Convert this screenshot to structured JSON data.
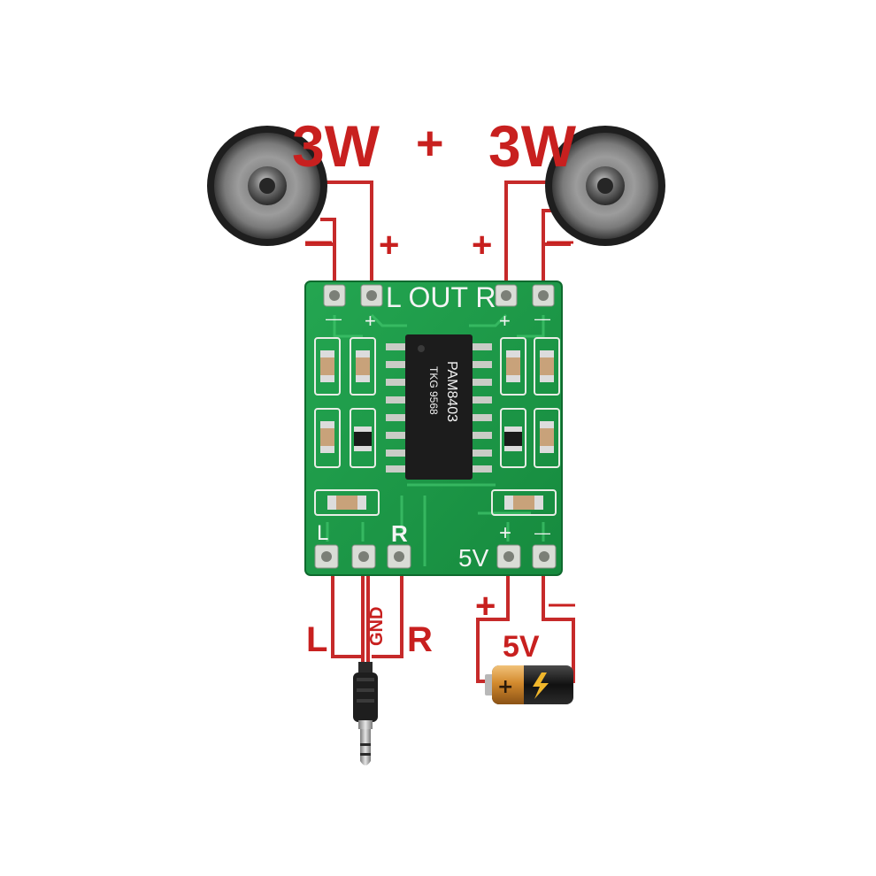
{
  "labels": {
    "power_left": "3W",
    "plus_sign": "+",
    "power_right": "3W",
    "left_speaker_minus": "—",
    "left_speaker_plus": "+",
    "right_speaker_plus": "+",
    "right_speaker_minus": "—",
    "board_out": "L OUT R",
    "board_pad_left_minus": "—",
    "board_pad_left_plus": "+",
    "board_pad_right_plus": "+",
    "board_pad_right_minus": "—",
    "chip_text_1": "PAM8403",
    "chip_text_2": "TKG 9568",
    "board_in_l": "L",
    "board_in_r": "R",
    "board_in_5v": "5V",
    "board_in_plus": "+",
    "board_in_minus": "—",
    "jack_l": "L",
    "jack_gnd": "GND",
    "jack_r": "R",
    "batt_plus": "+",
    "batt_minus": "—",
    "batt_voltage": "5V"
  },
  "colors": {
    "wire": "#c62a2a",
    "label": "#c8201f",
    "pcb": "#1f9a4a",
    "pad": "#d9dcd6",
    "chip": "#1c1c1c"
  }
}
